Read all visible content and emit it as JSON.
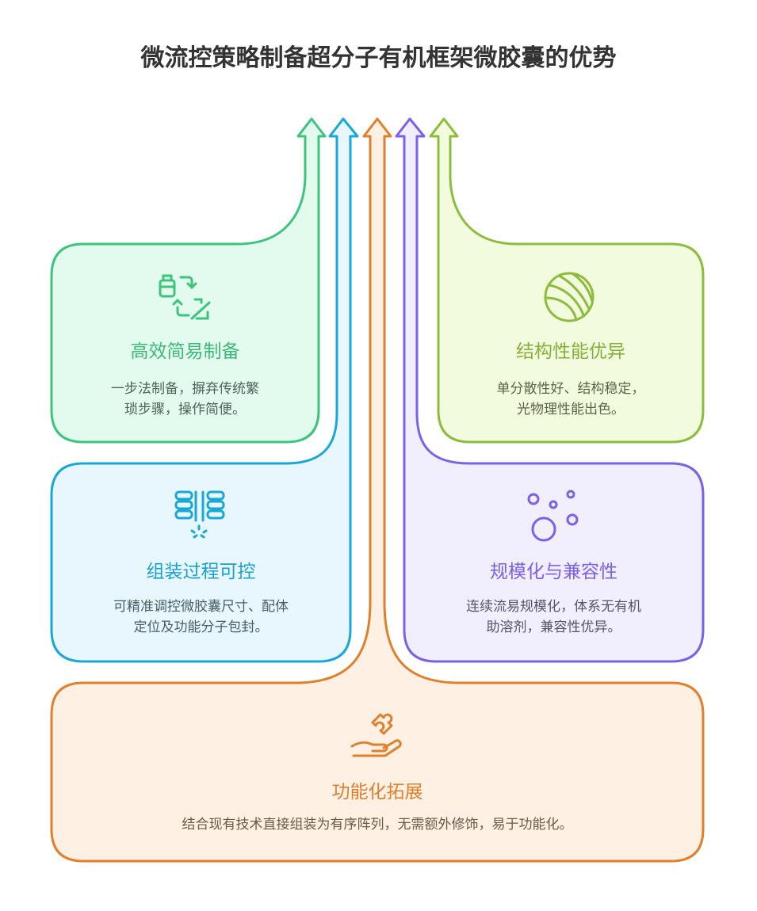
{
  "title": "微流控策略制备超分子有机框架微胶囊的优势",
  "colors": {
    "green": "#3cc47c",
    "blue": "#1aa7d8",
    "orange": "#e07f2c",
    "purple": "#7b61e8",
    "lime": "#8cbc3c"
  },
  "cards": [
    {
      "key": "green",
      "icon": "recycle-bottle-icon",
      "title": "高效简易制备",
      "desc": [
        "一步法制备，摒弃传统繁",
        "琐步骤，操作简便。"
      ]
    },
    {
      "key": "lime",
      "icon": "sphere-ball-icon",
      "title": "结构性能优异",
      "desc": [
        "单分散性好、结构稳定，",
        "光物理性能出色。"
      ]
    },
    {
      "key": "blue",
      "icon": "stacked-layers-icon",
      "title": "组装过程可控",
      "desc": [
        "可精准调控微胶囊尺寸、配体",
        "定位及功能分子包封。"
      ]
    },
    {
      "key": "purple",
      "icon": "bubbles-icon",
      "title": "规模化与兼容性",
      "desc": [
        "连续流易规模化，体系无有机",
        "助溶剂，兼容性优异。"
      ]
    },
    {
      "key": "orange",
      "icon": "puzzle-hand-icon",
      "title": "功能化拓展",
      "desc": [
        "结合现有技术直接组装为有序阵列，无需额外修饰，易于功能化。"
      ]
    }
  ]
}
